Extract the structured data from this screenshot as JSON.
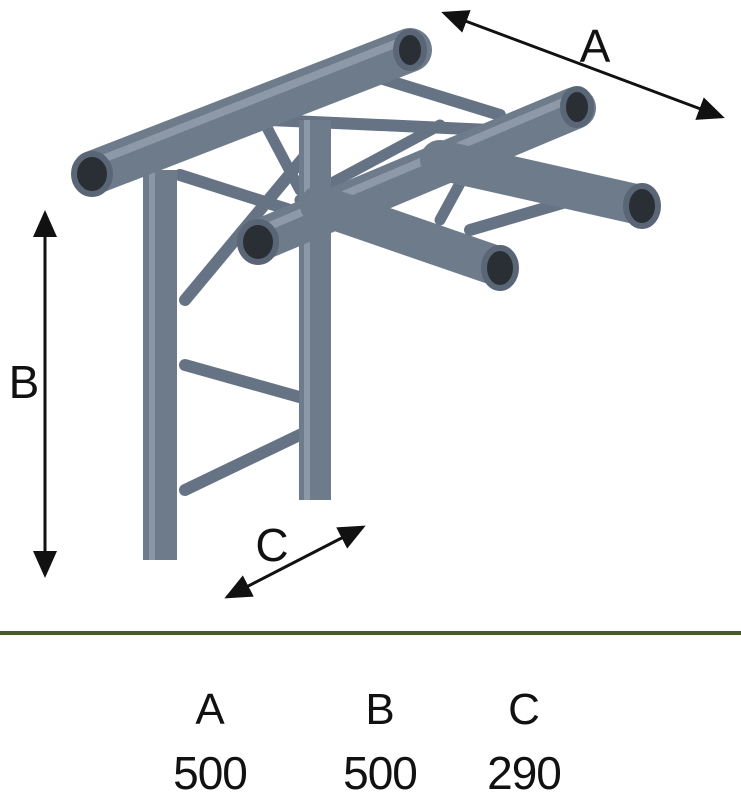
{
  "diagram": {
    "labels": {
      "a": "A",
      "b": "B",
      "c": "C"
    },
    "colors": {
      "tube": "#6e7b8b",
      "tube_dark": "#4a5665",
      "divider": "#4b5a2b",
      "arrow": "#111111"
    }
  },
  "dimensions": [
    {
      "name": "A",
      "value": "500"
    },
    {
      "name": "B",
      "value": "500"
    },
    {
      "name": "C",
      "value": "290"
    }
  ]
}
